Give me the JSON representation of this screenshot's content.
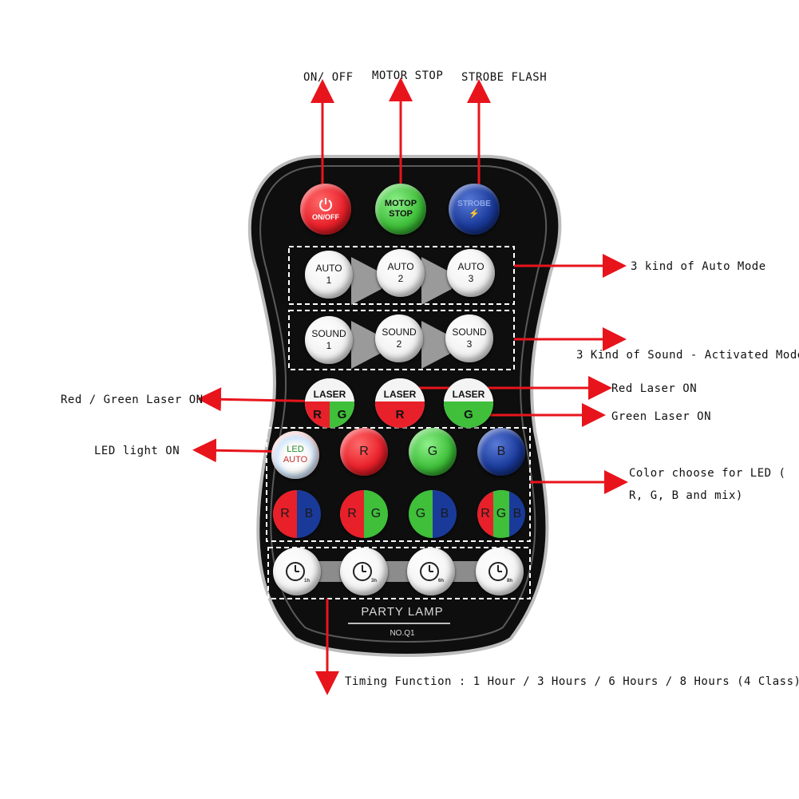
{
  "annotations": {
    "on_off": "ON/ OFF",
    "motor_stop": "MOTOR STOP",
    "strobe_flash": "STROBE FLASH",
    "auto_mode": "3 kind of Auto Mode",
    "sound_mode": "3 Kind of Sound - Activated Mode",
    "red_green_laser": "Red / Green Laser ON",
    "red_laser": "Red Laser ON",
    "green_laser": "Green Laser ON",
    "led_light": "LED light ON",
    "color_choose_line1": "Color choose for LED (",
    "color_choose_line2": "R, G, B and mix)",
    "timing": "Timing  Function : 1 Hour / 3 Hours / 6 Hours / 8 Hours  (4 Class)"
  },
  "remote": {
    "top_buttons": {
      "power_label": "ON/OFF",
      "motor_line1": "MOTOP",
      "motor_line2": "STOP",
      "strobe_label": "STROBE",
      "strobe_symbol": "⚡"
    },
    "auto_buttons": [
      {
        "line1": "AUTO",
        "line2": "1"
      },
      {
        "line1": "AUTO",
        "line2": "2"
      },
      {
        "line1": "AUTO",
        "line2": "3"
      }
    ],
    "sound_buttons": [
      {
        "line1": "SOUND",
        "line2": "1"
      },
      {
        "line1": "SOUND",
        "line2": "2"
      },
      {
        "line1": "SOUND",
        "line2": "3"
      }
    ],
    "laser_buttons": {
      "label": "LASER",
      "rg_r": "R",
      "rg_g": "G",
      "red": "R",
      "green": "G"
    },
    "led_auto": {
      "line1": "LED",
      "line2": "AUTO"
    },
    "color_buttons": {
      "r": "R",
      "g": "G",
      "b": "B",
      "rb_r": "R",
      "rb_b": "B",
      "rg_r": "R",
      "rg_g": "G",
      "gb_g": "G",
      "gb_b": "B",
      "rgb_r": "R",
      "rgb_g": "G",
      "rgb_b": "B"
    },
    "timer_buttons": [
      "1h",
      "3h",
      "6h",
      "8h"
    ],
    "brand": "PARTY LAMP",
    "model": "NO.Q1"
  },
  "colors": {
    "red": "#e8202a",
    "green": "#3fbf3a",
    "blue": "#1a3a9a",
    "arrow": "#e8141c",
    "body": "#0d0d0d"
  },
  "icons": [
    "power-icon",
    "bolt-icon",
    "clock-icon"
  ]
}
